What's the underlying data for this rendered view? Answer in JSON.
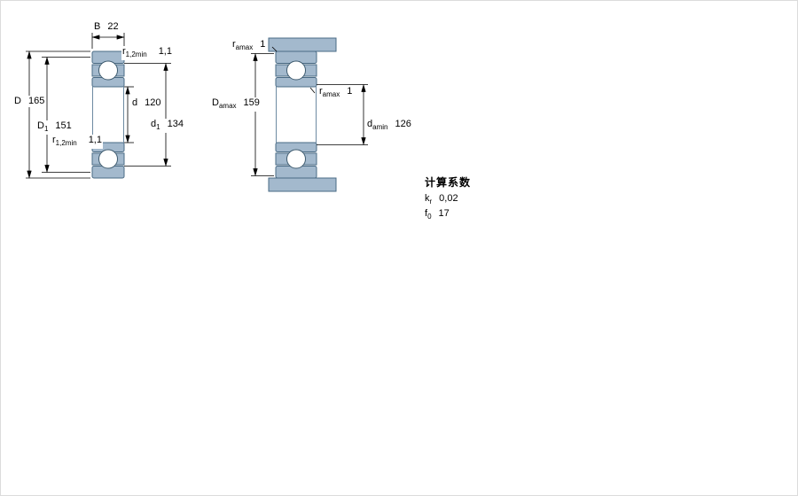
{
  "colors": {
    "bearing_fill": "#a3b9cd",
    "bearing_outline": "#4a6b85",
    "dimension_line": "#000000",
    "background": "#ffffff"
  },
  "left_view": {
    "width": {
      "sym": "B",
      "value": "22"
    },
    "r_top": {
      "sym": "r",
      "sub": "1,2min",
      "value": "1,1"
    },
    "outer_dia": {
      "sym": "D",
      "value": "165"
    },
    "recess_dia": {
      "sym": "D",
      "sub": "1",
      "value": "151"
    },
    "bore_dia": {
      "sym": "d",
      "value": "120"
    },
    "shoulder_dia": {
      "sym": "d",
      "sub": "1",
      "value": "134"
    },
    "r_bottom": {
      "sym": "r",
      "sub": "1,2min",
      "value": "1,1"
    }
  },
  "right_view": {
    "ra_top": {
      "sym": "r",
      "sub": "amax",
      "value": "1"
    },
    "housing_dia": {
      "sym": "D",
      "sub": "amax",
      "value": "159"
    },
    "ra_mid": {
      "sym": "r",
      "sub": "amax",
      "value": "1"
    },
    "shaft_dia": {
      "sym": "d",
      "sub": "amin",
      "value": "126"
    }
  },
  "calculation_factors": {
    "title": "计算系数",
    "kr": {
      "sym": "k",
      "sub": "r",
      "value": "0,02"
    },
    "f0": {
      "sym": "f",
      "sub": "0",
      "value": "17"
    }
  }
}
